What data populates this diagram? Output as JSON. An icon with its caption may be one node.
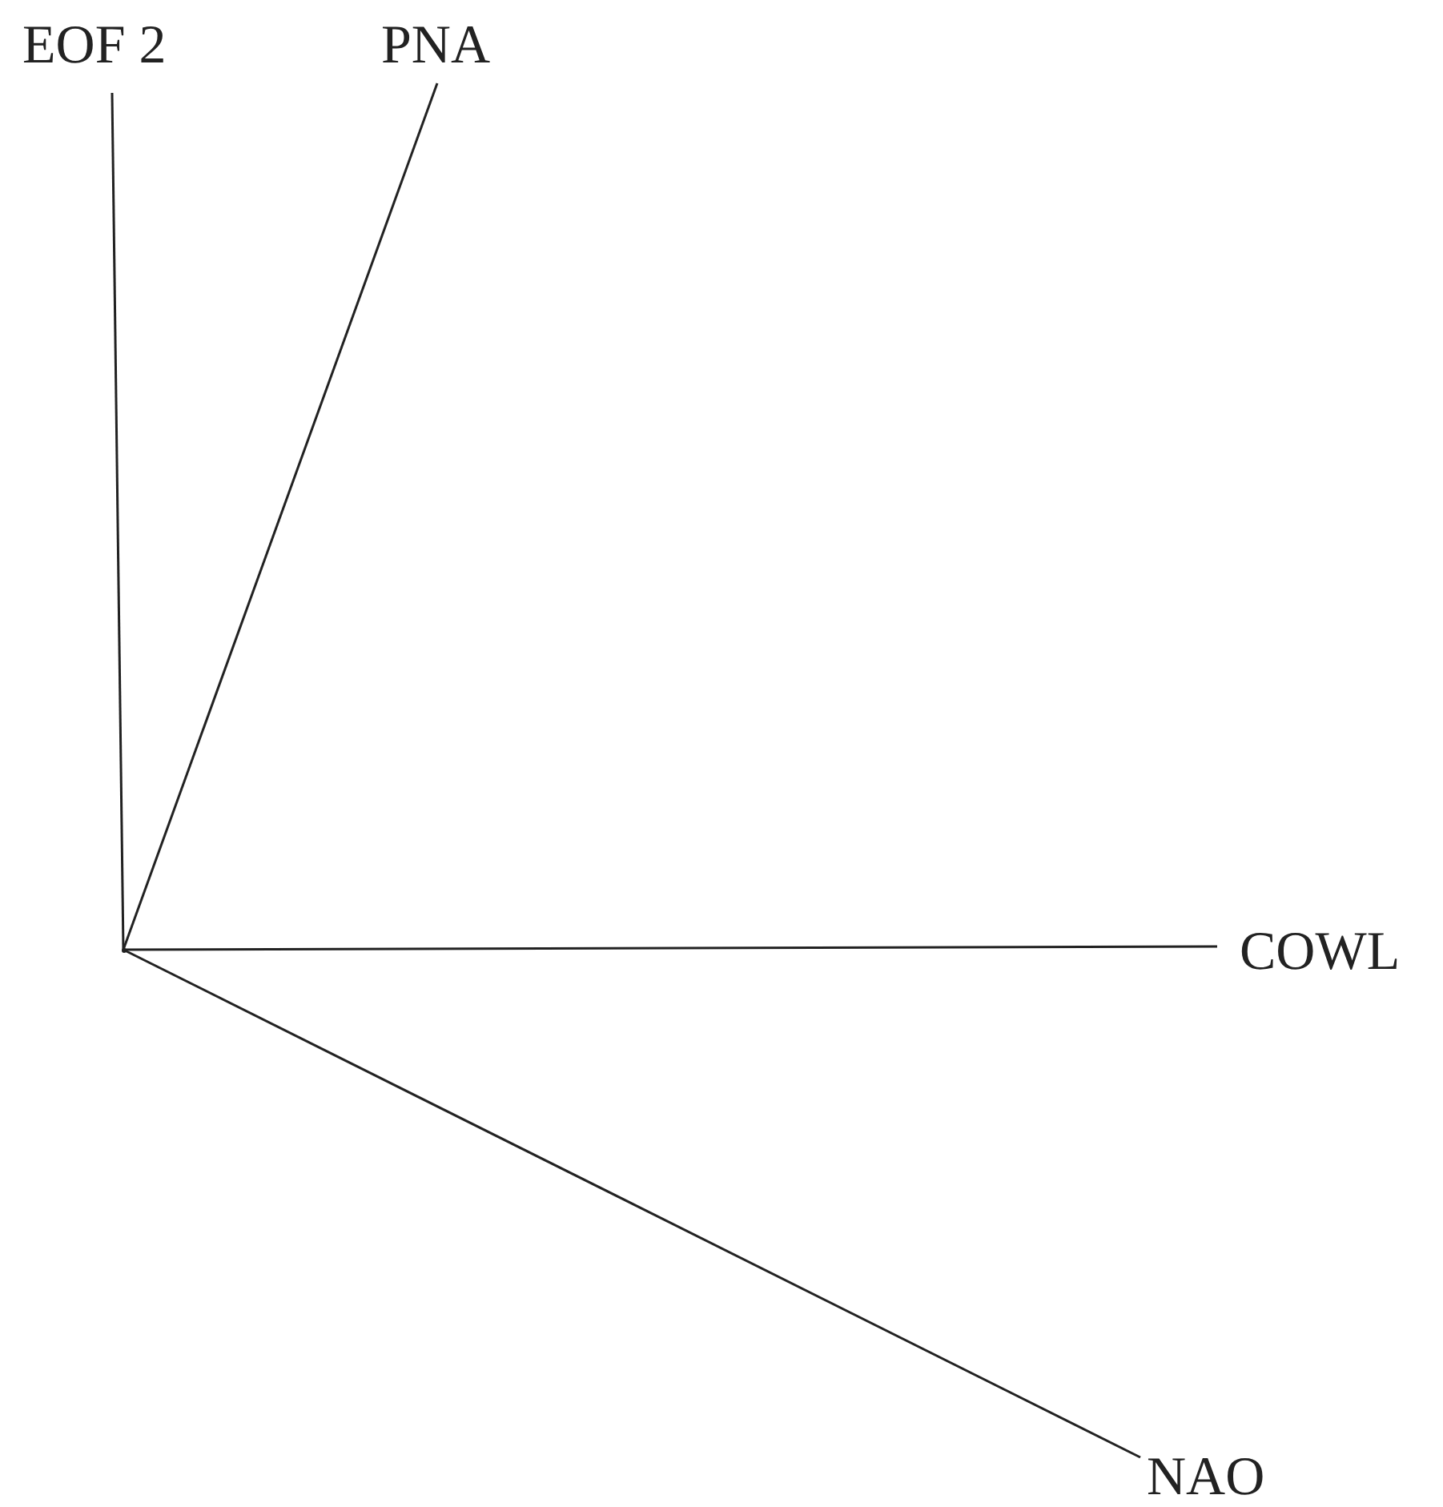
{
  "diagram": {
    "nodes": [
      {
        "text": [
          "EOF 2"
        ]
      },
      {
        "text": [
          "PNA"
        ]
      },
      {
        "text": [
          "COWL"
        ]
      },
      {
        "text": [
          "NAO"
        ]
      },
      {
        "text": [],
        "shape": "point"
      }
    ],
    "edges": [
      {
        "from": 4,
        "to": 0,
        "arrow": "none"
      },
      {
        "from": 4,
        "to": 1,
        "arrow": "none"
      },
      {
        "from": 4,
        "to": 2,
        "arrow": "none"
      },
      {
        "from": 4,
        "to": 3,
        "arrow": "none"
      }
    ]
  }
}
